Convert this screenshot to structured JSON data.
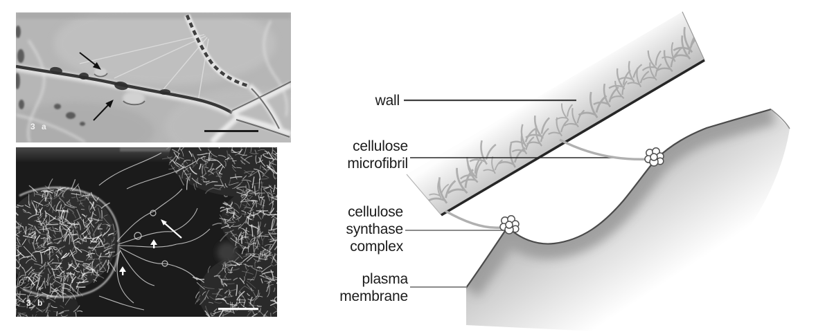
{
  "figure_labels": {
    "panel_a": "3 a",
    "panel_b": "3 b"
  },
  "diagram_labels": {
    "wall": "wall",
    "cellulose_microfibril": [
      "cellulose",
      "microfibril"
    ],
    "cellulose_synthase_complex": [
      "cellulose",
      "synthase",
      "complex"
    ],
    "plasma_membrane": [
      "plasma",
      "membrane"
    ]
  },
  "icons": {
    "panel_a_arrows": "black-arrow-pointer",
    "panel_b_arrow": "white-arrow-pointer",
    "panel_b_arrowheads": "white-small-arrowhead",
    "scale_bars": "scale-bar-line"
  },
  "colors": {
    "micrograph_a_background": "#b6b6b6",
    "micrograph_b_background": "#1b1b1b",
    "wall_shading_dark": "#c0c0c0",
    "membrane_shading": "#c4c4c4",
    "outline_dark": "#262626",
    "leader_gray": "#8b8b8b",
    "label_text": "#1b1b1b",
    "fibril_white": "#f4f4f4"
  }
}
